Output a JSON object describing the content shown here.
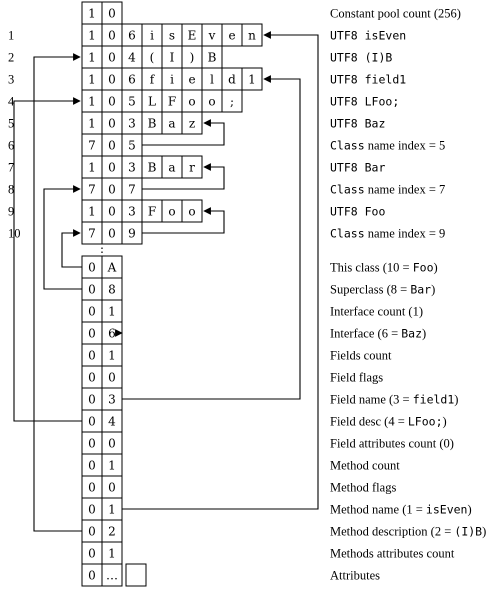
{
  "pool": {
    "header_row": [
      "1",
      "0"
    ],
    "rows": [
      {
        "index": "1",
        "cells": [
          "1",
          "0",
          "6",
          "i",
          "s",
          "E",
          "v",
          "e",
          "n"
        ]
      },
      {
        "index": "2",
        "cells": [
          "1",
          "0",
          "4",
          "(",
          "I",
          ")",
          "B"
        ]
      },
      {
        "index": "3",
        "cells": [
          "1",
          "0",
          "6",
          "f",
          "i",
          "e",
          "l",
          "d",
          "1"
        ]
      },
      {
        "index": "4",
        "cells": [
          "1",
          "0",
          "5",
          "L",
          "F",
          "o",
          "o",
          ";"
        ]
      },
      {
        "index": "5",
        "cells": [
          "1",
          "0",
          "3",
          "B",
          "a",
          "z"
        ]
      },
      {
        "index": "6",
        "cells": [
          "7",
          "0",
          "5"
        ]
      },
      {
        "index": "7",
        "cells": [
          "1",
          "0",
          "3",
          "B",
          "a",
          "r"
        ]
      },
      {
        "index": "8",
        "cells": [
          "7",
          "0",
          "7"
        ]
      },
      {
        "index": "9",
        "cells": [
          "1",
          "0",
          "3",
          "F",
          "o",
          "o"
        ]
      },
      {
        "index": "10",
        "cells": [
          "7",
          "0",
          "9"
        ]
      }
    ],
    "ellipsis": "⋮"
  },
  "labels": {
    "constant_pool_count": [
      {
        "t": "Constant pool count (256)",
        "m": false
      }
    ],
    "pool_rows": [
      [
        {
          "t": "UTF8 ",
          "m": true
        },
        {
          "t": "isEven",
          "m": true
        }
      ],
      [
        {
          "t": "UTF8 ",
          "m": true
        },
        {
          "t": "(I)B",
          "m": true
        }
      ],
      [
        {
          "t": "UTF8 ",
          "m": true
        },
        {
          "t": "field1",
          "m": true
        }
      ],
      [
        {
          "t": "UTF8 ",
          "m": true
        },
        {
          "t": "LFoo;",
          "m": true
        }
      ],
      [
        {
          "t": "UTF8 ",
          "m": true
        },
        {
          "t": "Baz",
          "m": true
        }
      ],
      [
        {
          "t": "Class",
          "m": true
        },
        {
          "t": " name index = 5",
          "m": false
        }
      ],
      [
        {
          "t": "UTF8 ",
          "m": true
        },
        {
          "t": "Bar",
          "m": true
        }
      ],
      [
        {
          "t": "Class",
          "m": true
        },
        {
          "t": " name index = 7",
          "m": false
        }
      ],
      [
        {
          "t": "UTF8 ",
          "m": true
        },
        {
          "t": "Foo",
          "m": true
        }
      ],
      [
        {
          "t": "Class",
          "m": true
        },
        {
          "t": " name index = 9",
          "m": false
        }
      ]
    ],
    "class_rows": [
      [
        {
          "t": "This class (10 = ",
          "m": false
        },
        {
          "t": "Foo",
          "m": true
        },
        {
          "t": ")",
          "m": false
        }
      ],
      [
        {
          "t": "Superclass (8 = ",
          "m": false
        },
        {
          "t": "Bar",
          "m": true
        },
        {
          "t": ")",
          "m": false
        }
      ],
      [
        {
          "t": "Interface count (1)",
          "m": false
        }
      ],
      [
        {
          "t": "Interface (6 = ",
          "m": false
        },
        {
          "t": "Baz",
          "m": true
        },
        {
          "t": ")",
          "m": false
        }
      ],
      [
        {
          "t": "Fields count",
          "m": false
        }
      ],
      [
        {
          "t": "Field flags",
          "m": false
        }
      ],
      [
        {
          "t": "Field name (3 = ",
          "m": false
        },
        {
          "t": "field1",
          "m": true
        },
        {
          "t": ")",
          "m": false
        }
      ],
      [
        {
          "t": "Field desc (4 = ",
          "m": false
        },
        {
          "t": "LFoo;",
          "m": true
        },
        {
          "t": ")",
          "m": false
        }
      ],
      [
        {
          "t": "Field attributes count (0)",
          "m": false
        }
      ],
      [
        {
          "t": "Method count",
          "m": false
        }
      ],
      [
        {
          "t": "Method flags",
          "m": false
        }
      ],
      [
        {
          "t": "Method name (1 = ",
          "m": false
        },
        {
          "t": "isEven",
          "m": true
        },
        {
          "t": ")",
          "m": false
        }
      ],
      [
        {
          "t": "Method description (2 = ",
          "m": false
        },
        {
          "t": "(I)B",
          "m": true
        },
        {
          "t": ")",
          "m": false
        }
      ],
      [
        {
          "t": "Methods attributes count",
          "m": false
        }
      ],
      [
        {
          "t": "Attributes",
          "m": false
        }
      ]
    ]
  },
  "class_body": {
    "rows": [
      [
        "0",
        "A"
      ],
      [
        "0",
        "8"
      ],
      [
        "0",
        "1"
      ],
      [
        "0",
        "6"
      ],
      [
        "0",
        "1"
      ],
      [
        "0",
        "0"
      ],
      [
        "0",
        "3"
      ],
      [
        "0",
        "4"
      ],
      [
        "0",
        "0"
      ],
      [
        "0",
        "1"
      ],
      [
        "0",
        "0"
      ],
      [
        "0",
        "1"
      ],
      [
        "0",
        "2"
      ],
      [
        "0",
        "1"
      ],
      [
        "0",
        "…"
      ]
    ],
    "ellipsis": "⋮"
  }
}
